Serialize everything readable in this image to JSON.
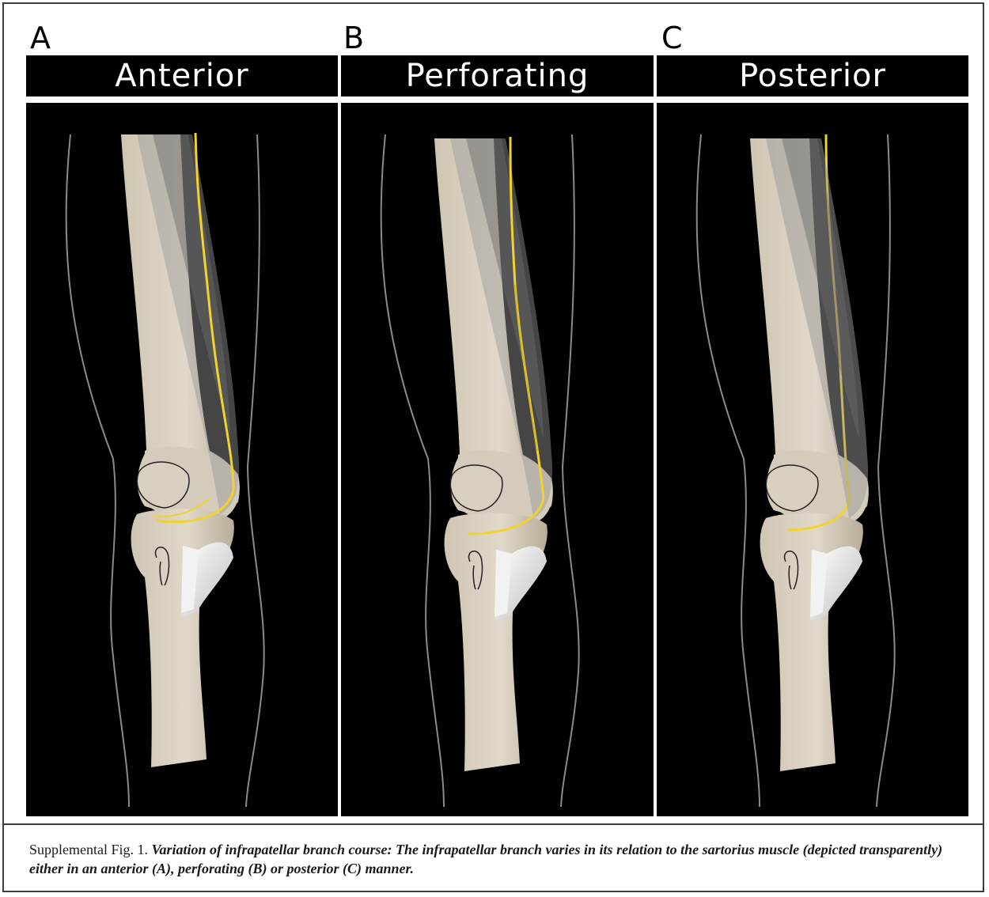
{
  "panels": [
    {
      "letter": "A",
      "title": "Anterior"
    },
    {
      "letter": "B",
      "title": "Perforating"
    },
    {
      "letter": "C",
      "title": "Posterior"
    }
  ],
  "caption": {
    "label": "Supplemental Fig. 1.",
    "text": "Variation of infrapatellar branch course: The infrapatellar branch varies in its relation to the sartorius muscle (depicted transparently) either in an anterior (A), perforating (B) or posterior (C) manner."
  },
  "colors": {
    "background": "#000000",
    "bone": "#d9d0c0",
    "bone_shadow": "#b7ab98",
    "nerve": "#f2d22e",
    "muscle_overlay": "#9a9a9a",
    "outline": "#8a8a8a"
  }
}
